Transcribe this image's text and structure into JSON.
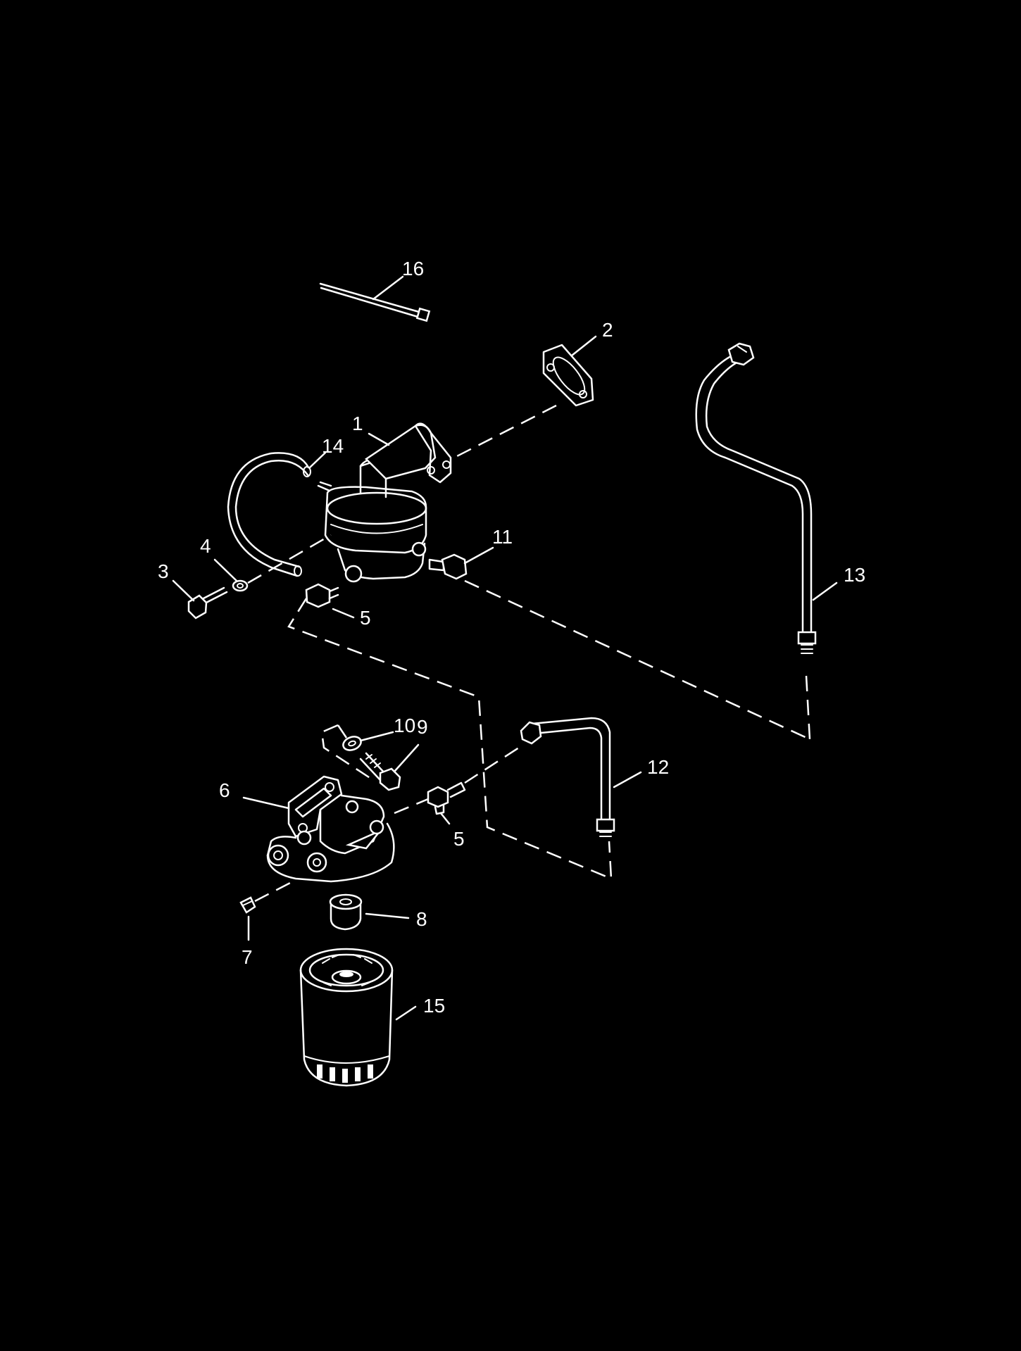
{
  "diagram": {
    "colors": {
      "background": "#000000",
      "line": "#ffffff"
    },
    "callouts": [
      {
        "id": "16",
        "label": "16"
      },
      {
        "id": "2",
        "label": "2"
      },
      {
        "id": "1",
        "label": "1"
      },
      {
        "id": "14",
        "label": "14"
      },
      {
        "id": "4",
        "label": "4"
      },
      {
        "id": "3",
        "label": "3"
      },
      {
        "id": "11",
        "label": "11"
      },
      {
        "id": "5a",
        "label": "5"
      },
      {
        "id": "13",
        "label": "13"
      },
      {
        "id": "10",
        "label": "10"
      },
      {
        "id": "9",
        "label": "9"
      },
      {
        "id": "6",
        "label": "6"
      },
      {
        "id": "12",
        "label": "12"
      },
      {
        "id": "5b",
        "label": "5"
      },
      {
        "id": "8",
        "label": "8"
      },
      {
        "id": "7",
        "label": "7"
      },
      {
        "id": "15",
        "label": "15"
      }
    ]
  }
}
